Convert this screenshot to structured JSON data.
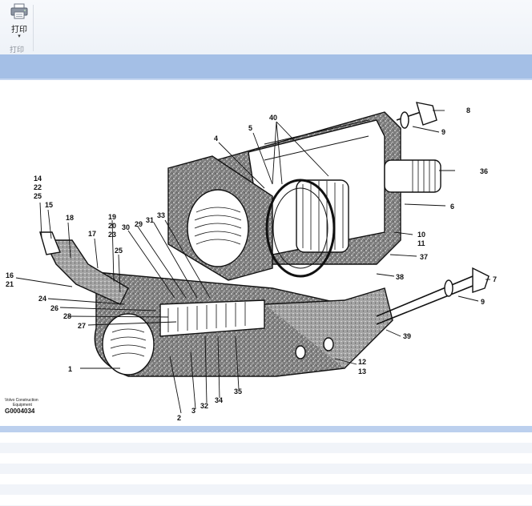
{
  "toolbar": {
    "print_label": "打印",
    "group_label": "打印"
  },
  "diagram": {
    "labels": {
      "l1": "1",
      "l2": "2",
      "l3": "3",
      "l4": "4",
      "l5": "5",
      "l6": "6",
      "l7": "7",
      "l8": "8",
      "l9a": "9",
      "l9b": "9",
      "l10": "10",
      "l11": "11",
      "l12": "12",
      "l13": "13",
      "l14": "14",
      "l22": "22",
      "l25a": "25",
      "l15": "15",
      "l16": "16",
      "l21": "21",
      "l17": "17",
      "l18": "18",
      "l19": "19",
      "l20": "20",
      "l23": "23",
      "l25b": "25",
      "l24": "24",
      "l26": "26",
      "l28": "28",
      "l27": "27",
      "l29": "29",
      "l30": "30",
      "l31": "31",
      "l33": "33",
      "l32": "32",
      "l34": "34",
      "l35": "35",
      "l36": "36",
      "l37": "37",
      "l38": "38",
      "l39": "39",
      "l40": "40"
    },
    "brand_line1": "Volvo Construction",
    "brand_line2": "Equipment",
    "figure_code": "G0004034"
  }
}
